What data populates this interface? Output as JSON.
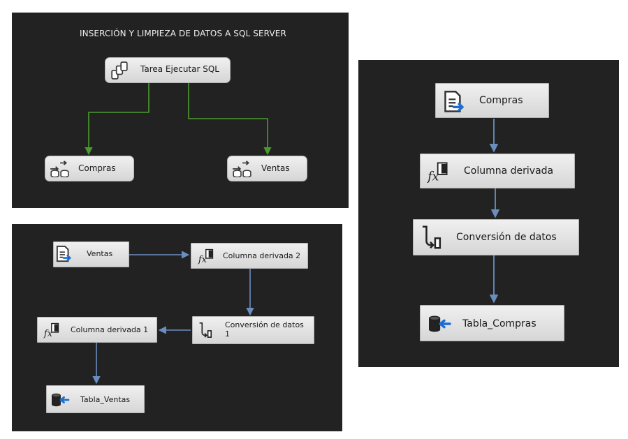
{
  "control_flow": {
    "title": "INSERCIÓN Y LIMPIEZA DE DATOS A SQL SERVER",
    "nodes": {
      "execute_sql": "Tarea Ejecutar SQL",
      "compras": "Compras",
      "ventas": "Ventas"
    }
  },
  "ventas_flow": {
    "nodes": {
      "source": "Ventas",
      "derived2": "Columna derivada 2",
      "conversion1": "Conversión de datos\n1",
      "derived1": "Columna derivada 1",
      "destination": "Tabla_Ventas"
    }
  },
  "compras_flow": {
    "nodes": {
      "source": "Compras",
      "derived": "Columna derivada",
      "conversion": "Conversión de datos",
      "destination": "Tabla_Compras"
    }
  },
  "colors": {
    "background": "#222223",
    "success_arrow": "#4a9a2e",
    "data_path": "#6a8fbf",
    "node_fill": "#e6e6e6"
  }
}
